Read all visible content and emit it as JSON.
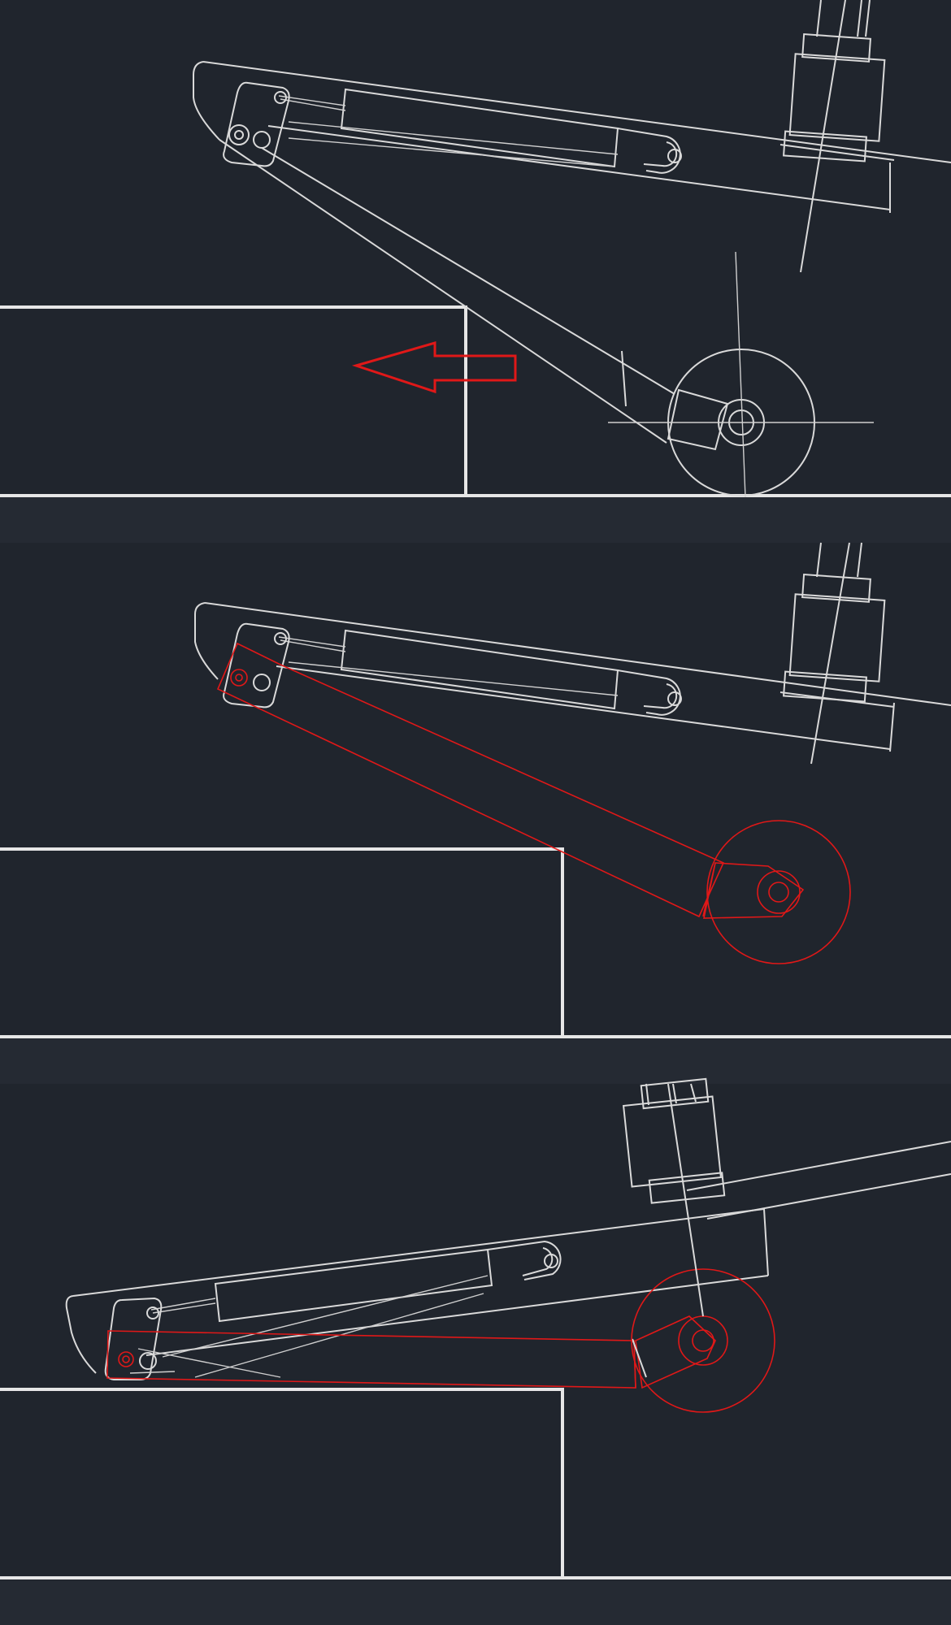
{
  "diagram": {
    "panels": [
      {
        "name": "panel-1",
        "has_arrow": true,
        "highlight": "none"
      },
      {
        "name": "panel-2",
        "has_arrow": false,
        "highlight": "swing-arm-red"
      },
      {
        "name": "panel-3",
        "has_arrow": false,
        "highlight": "swing-arm-red"
      }
    ],
    "colors": {
      "background": "#20252d",
      "separator": "#252a33",
      "line": "#d9d9d9",
      "highlight": "#e01818"
    },
    "icons": {
      "arrow": "left-arrow-icon"
    }
  }
}
